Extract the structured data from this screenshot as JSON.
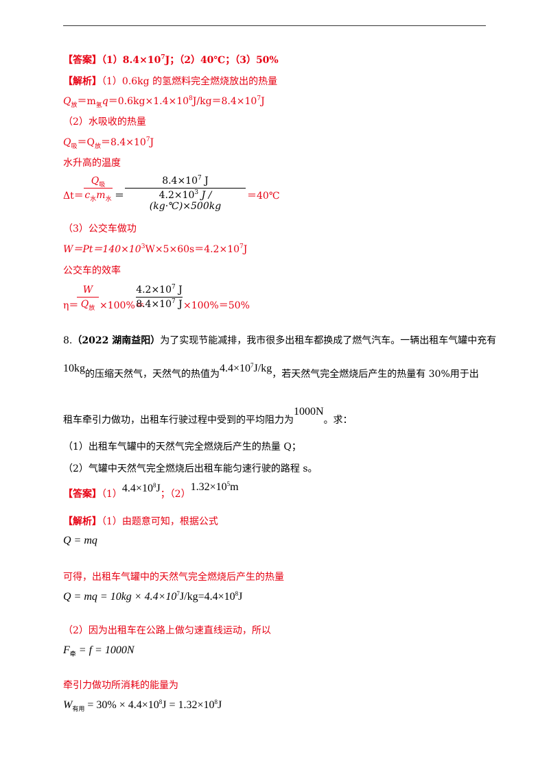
{
  "answer_prev": {
    "label": "【答案】",
    "text": "（1）8.4×10",
    "exp1": "7",
    "text2": "J；（2）40℃；（3）50%"
  },
  "analysis_prev": {
    "label": "【解析】",
    "s1": "（1）0.6kg 的氢燃料完全燃烧放出的热量",
    "s1_eq": {
      "Q": "Q",
      "sub_fang": "放",
      "eq1": "＝m",
      "sub_qing": "氢",
      "q": "q",
      "rhs": "＝0.6kg×1.4×10",
      "exp8": "8",
      "rhs2": "J/kg＝8.4×10",
      "exp7": "7",
      "unit": "J"
    },
    "s2": "（2）水吸收的热量",
    "s2_eq": {
      "Q1": "Q",
      "sub_xi": "吸",
      "eq": "＝Q",
      "sub_fang": "放",
      "rhs": "＝8.4×10",
      "exp7": "7",
      "unit": "J"
    },
    "s3": "水升高的温度",
    "dt": {
      "lhs": "Δt＝",
      "num1": "Q",
      "num1_sub": "吸",
      "den1_c": "c",
      "den1_csub": "水",
      "den1_m": "m",
      "den1_msub": "水",
      "eq": "＝",
      "num2": "8.4×10",
      "num2_exp": "7",
      "num2_unit": " J",
      "den2": "4.2×10",
      "den2_exp": "3",
      "den2_rest": " J / (kg·℃)×500kg",
      "result": "＝40℃"
    },
    "s4": "（3）公交车做功",
    "s4_eq": {
      "lhs": "W＝Pt＝140×10",
      "exp3": "3",
      "mid": "W×5×60s＝4.2×10",
      "exp7": "7",
      "unit": "J"
    },
    "s5": "公交车的效率",
    "eta": {
      "lhs": "η＝",
      "num1": "W",
      "den1": "Q",
      "den1_sub": "放",
      "mid": "×100%＝",
      "num2": "4.2×10",
      "num2_exp": "7",
      "num2_unit": " J",
      "den2": "8.4×10",
      "den2_exp": "7",
      "den2_unit": " J",
      "result": "×100%＝50%"
    }
  },
  "q8": {
    "num": "8.",
    "source": "（2022 湖南益阳）",
    "line1": "为了实现节能减排，我市很多出租车都换成了燃气汽车。一辆出租车气罐中充有",
    "mass": "10kg",
    "line2a": "的压缩天然气，天然气的热值为",
    "heat_value": "4.4×10",
    "heat_exp": "7",
    "heat_unit": "J/kg",
    "line2b": "，若天然气完全燃烧后产生的热量有 30%用于出",
    "line3a": "租车牵引力做功，出租车行驶过程中受到的平均阻力为",
    "force": "1000N",
    "line3b": "。求：",
    "q1": "（1）出租车气罐中的天然气完全燃烧后产生的热量 Q；",
    "q2": "（2）气罐中天然气完全燃烧后出租车能匀速行驶的路程 s。"
  },
  "answer8": {
    "label": "【答案】",
    "p1": "（1）",
    "v1": "4.4×10",
    "v1_exp": "8",
    "v1_unit": "J",
    "p2": "；（2）",
    "v2": "1.32×10",
    "v2_exp": "5",
    "v2_unit": "m"
  },
  "analysis8": {
    "label": "【解析】",
    "s1": "（1）由题意可知，根据公式",
    "f1": "Q = mq",
    "s2": "可得，出租车气罐中的天然气完全燃烧后产生的热量",
    "f2a": "Q = mq = 10kg × 4.4×10",
    "f2_exp7": "7",
    "f2b": "J/kg=4.4×10",
    "f2_exp8": "8",
    "f2c": "J",
    "s3": "（2）因为出租车在公路上做匀速直线运动，所以",
    "f3_F": "F",
    "f3_sub": "牵",
    "f3_rest": " = f = 1000N",
    "s4": "牵引力做功所消耗的能量为",
    "f4_W": "W",
    "f4_sub": "有用",
    "f4_a": " = 30% × 4.4×10",
    "f4_exp8a": "8",
    "f4_b": "J = 1.32×10",
    "f4_exp8b": "8",
    "f4_c": "J"
  }
}
